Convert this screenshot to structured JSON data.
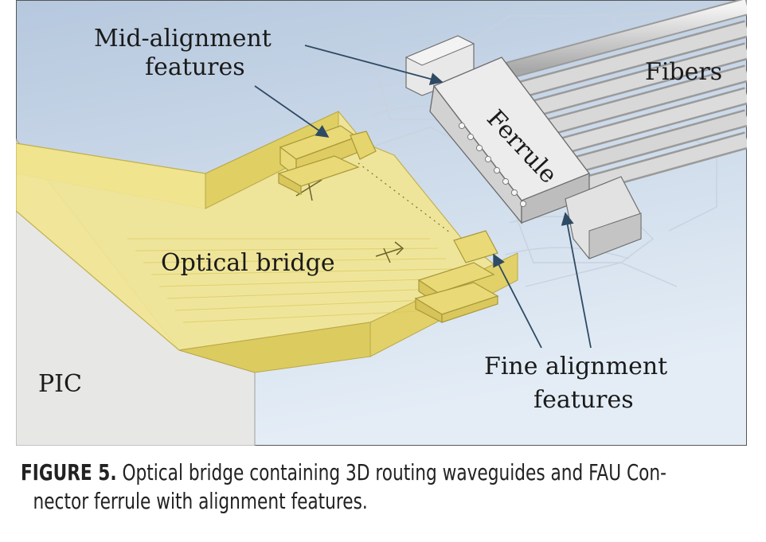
{
  "labels": {
    "mid_alignment_line1": "Mid-alignment",
    "mid_alignment_line2": "features",
    "fibers": "Fibers",
    "ferrule": "Ferrule",
    "optical_bridge": "Optical bridge",
    "pic": "PIC",
    "fine_alignment_line1": "Fine alignment",
    "fine_alignment_line2": "features"
  },
  "caption": {
    "number": "FIGURE 5.",
    "line1": "Optical bridge containing 3D routing waveguides and FAU Con-",
    "line2": "nector ferrule with alignment features."
  },
  "colors": {
    "background_top": "#b9cbe0",
    "background_bottom": "#e2ecf6",
    "pic_surface": "#e9e9e9",
    "bridge_fill": "#efe28a",
    "ferrule_fill": "#e4e4e4",
    "fiber": "#d6d6d6",
    "arrow": "#2f4a63"
  }
}
